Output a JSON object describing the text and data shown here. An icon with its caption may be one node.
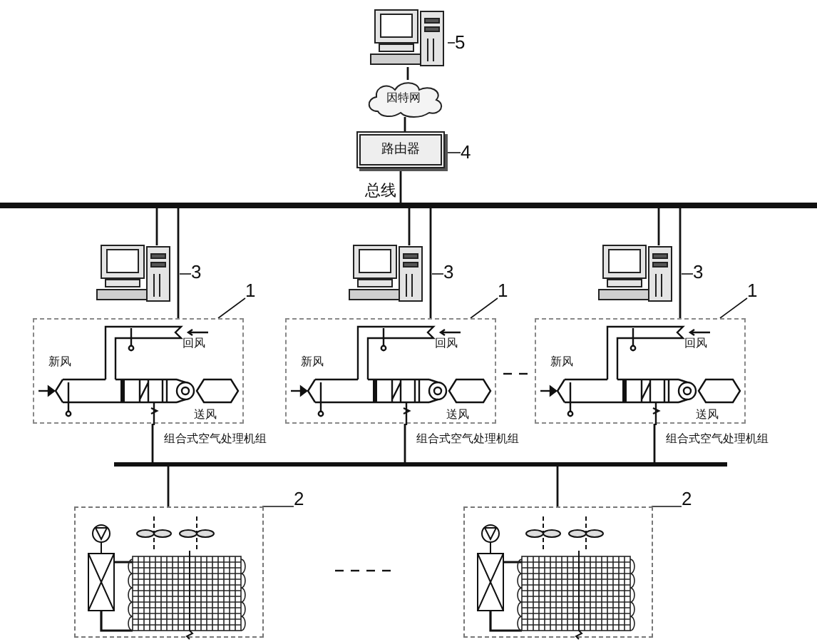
{
  "diagram": {
    "nodes": [
      {
        "text": [],
        "shape": "picture"
      },
      {
        "text": [
          "5"
        ]
      },
      {
        "text": [
          "因特网"
        ]
      },
      {
        "text": [
          "路由器"
        ]
      },
      {
        "text": [
          "4"
        ]
      },
      {
        "text": [],
        "shape": "bar"
      },
      {
        "text": [],
        "shape": "picture"
      },
      {
        "text": [
          "3"
        ]
      },
      {
        "text": [
          "1"
        ]
      },
      {
        "text": [
          "回风",
          "新风",
          "送风"
        ],
        "beside": [
          "组合式空气处理机组"
        ]
      },
      {
        "text": [],
        "shape": "picture"
      },
      {
        "text": [
          "3"
        ]
      },
      {
        "text": [
          "1"
        ]
      },
      {
        "text": [
          "回风",
          "新风",
          "送风"
        ],
        "beside": [
          "组合式空气处理机组"
        ]
      },
      {
        "text": [],
        "shape": "picture"
      },
      {
        "text": [
          "3"
        ]
      },
      {
        "text": [
          "1"
        ]
      },
      {
        "text": [
          "回风",
          "新风",
          "送风"
        ],
        "beside": [
          "组合式空气处理机组"
        ]
      },
      {
        "text": [],
        "shape": "bar"
      },
      {
        "text": [],
        "shape": "box"
      },
      {
        "text": [
          "2"
        ]
      },
      {
        "text": [],
        "shape": "box"
      },
      {
        "text": [
          "2"
        ]
      }
    ],
    "edges": [
      {
        "from": 0,
        "to": 2,
        "arrow": "none"
      },
      {
        "from": 2,
        "to": 3,
        "arrow": "none"
      },
      {
        "from": 3,
        "to": 5,
        "arrow": "none"
      },
      {
        "from": 1,
        "to": 0,
        "arrow": "none"
      },
      {
        "from": 4,
        "to": 3,
        "arrow": "none"
      },
      {
        "from": 5,
        "to": 6,
        "arrow": "none"
      },
      {
        "from": 5,
        "to": 9,
        "arrow": "none"
      },
      {
        "from": 7,
        "to": null,
        "arrow": "none"
      },
      {
        "from": 8,
        "to": 9,
        "arrow": "none"
      },
      {
        "from": 9,
        "to": 18,
        "arrow": "none"
      },
      {
        "from": 5,
        "to": 10,
        "arrow": "none"
      },
      {
        "from": 5,
        "to": 13,
        "arrow": "none"
      },
      {
        "from": 11,
        "to": null,
        "arrow": "none"
      },
      {
        "from": 12,
        "to": 13,
        "arrow": "none"
      },
      {
        "from": 13,
        "to": 18,
        "arrow": "none"
      },
      {
        "from": 5,
        "to": 14,
        "arrow": "none"
      },
      {
        "from": 5,
        "to": 17,
        "arrow": "none"
      },
      {
        "from": 15,
        "to": null,
        "arrow": "none"
      },
      {
        "from": 16,
        "to": 17,
        "arrow": "none"
      },
      {
        "from": 17,
        "to": 18,
        "arrow": "none"
      },
      {
        "from": 18,
        "to": 19,
        "arrow": "none"
      },
      {
        "from": 20,
        "to": 19,
        "arrow": "none"
      },
      {
        "from": 18,
        "to": 21,
        "arrow": "none"
      },
      {
        "from": 22,
        "to": 21,
        "arrow": "none"
      }
    ],
    "labels": [
      "总线"
    ]
  }
}
